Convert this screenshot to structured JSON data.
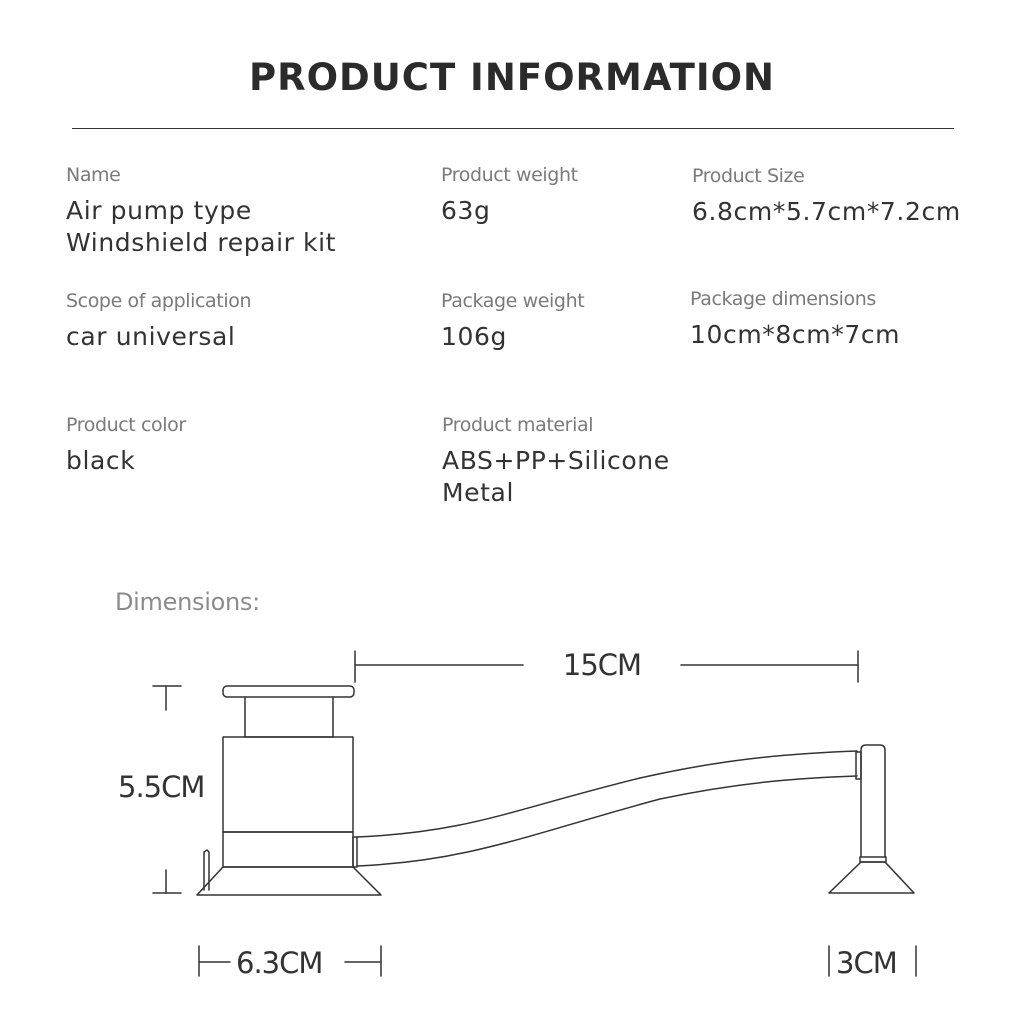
{
  "title": "PRODUCT INFORMATION",
  "fields": {
    "name": {
      "label": "Name",
      "value_line1": "Air pump type",
      "value_line2": "Windshield repair kit"
    },
    "product_weight": {
      "label": "Product weight",
      "value": "63g"
    },
    "product_size": {
      "label": "Product Size",
      "value": "6.8cm*5.7cm*7.2cm"
    },
    "scope": {
      "label": "Scope of application",
      "value": "car universal"
    },
    "package_weight": {
      "label": "Package weight",
      "value": "106g"
    },
    "package_dimensions": {
      "label": "Package dimensions",
      "value": "10cm*8cm*7cm"
    },
    "product_color": {
      "label": "Product color",
      "value": "black"
    },
    "product_material": {
      "label": "Product material",
      "value_line1": "ABS+PP+Silicone",
      "value_line2": "Metal"
    }
  },
  "dimensions": {
    "heading": "Dimensions:",
    "length": "15CM",
    "height": "5.5CM",
    "base_width": "6.3CM",
    "foot_width": "3CM"
  },
  "colors": {
    "text": "#333333",
    "label": "#7a7a7a",
    "line": "#333333"
  }
}
